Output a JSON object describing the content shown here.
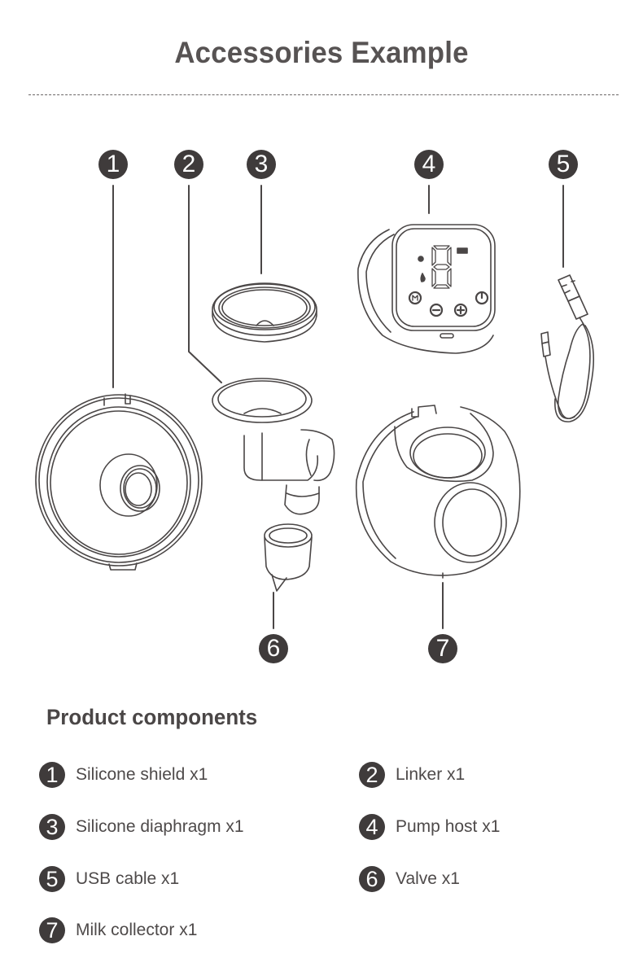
{
  "header": {
    "title": "Accessories Example"
  },
  "diagram": {
    "callouts": [
      {
        "num": "1",
        "part": "Silicone shield"
      },
      {
        "num": "2",
        "part": "Linker"
      },
      {
        "num": "3",
        "part": "Silicone diaphragm"
      },
      {
        "num": "4",
        "part": "Pump host"
      },
      {
        "num": "5",
        "part": "USB cable"
      },
      {
        "num": "6",
        "part": "Valve"
      },
      {
        "num": "7",
        "part": "Milk collector"
      }
    ],
    "line_color": "#4a4646",
    "badge_color": "#3f3b3b"
  },
  "components": {
    "heading": "Product components",
    "items": [
      {
        "num": "1",
        "label": "Silicone shield x1"
      },
      {
        "num": "2",
        "label": "Linker x1"
      },
      {
        "num": "3",
        "label": "Silicone diaphragm x1"
      },
      {
        "num": "4",
        "label": "Pump host x1"
      },
      {
        "num": "5",
        "label": "USB cable x1"
      },
      {
        "num": "6",
        "label": "Valve x1"
      },
      {
        "num": "7",
        "label": "Milk collector x1"
      }
    ]
  }
}
